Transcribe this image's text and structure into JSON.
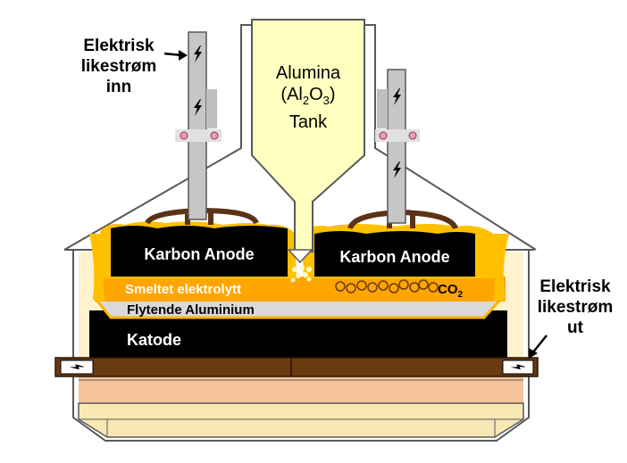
{
  "labels": {
    "current_in": [
      "Elektrisk",
      "likestrøm",
      "inn"
    ],
    "current_out": [
      "Elektrisk",
      "likestrøm",
      "ut"
    ],
    "tank": {
      "line1": "Alumina",
      "line2_prefix": "(Al",
      "line2_sub1": "2",
      "line2_mid": "O",
      "line2_sub2": "3",
      "line2_suffix": ")",
      "line3": "Tank"
    },
    "anode_left": "Karbon Anode",
    "anode_right": "Karbon Anode",
    "electrolyte": "Smeltet elektrolytt",
    "co2_prefix": "CO",
    "co2_sub": "2",
    "aluminium": "Flytende Aluminium",
    "cathode": "Katode"
  },
  "colors": {
    "outline": "#595959",
    "tank_fill": "#ffffc0",
    "rod_fill": "#c6c6c6",
    "carbon": "#000000",
    "electrolyte": "#ffa500",
    "crust": "#ffc000",
    "aluminium": "#d9d9d9",
    "collector_bar": "#6a3a10",
    "anode_yoke": "#5c3215",
    "lining": "#f6c39c",
    "base": "#f8e8b4",
    "wall_glow": "#fff2cc"
  },
  "icons": [
    "lightning-bolt-icon",
    "clamp-bolt-icon",
    "arrow-right-icon",
    "arrow-down-icon",
    "co2-bubble-icon"
  ]
}
